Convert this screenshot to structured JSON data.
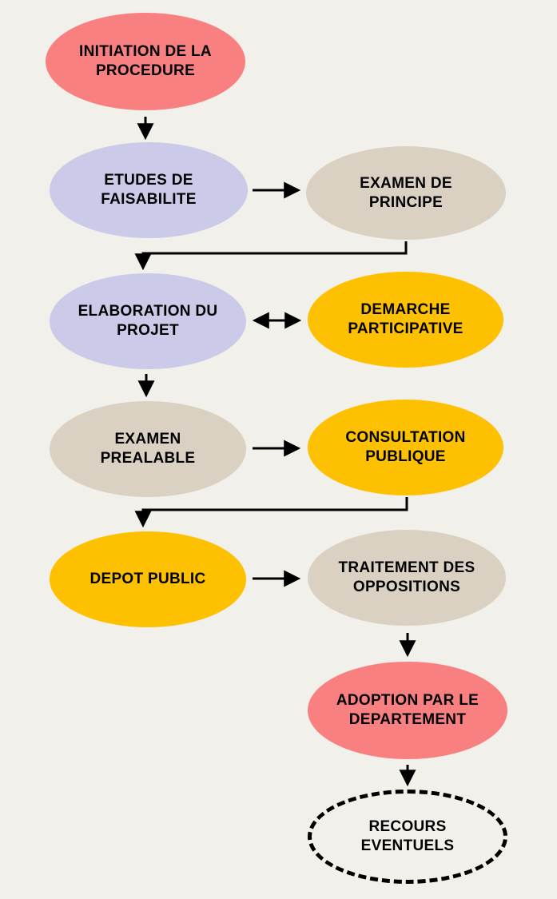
{
  "diagram": {
    "colors": {
      "background": "#F2F0EA",
      "salmon": "#F98080",
      "lavender": "#CBCAE8",
      "beige": "#DBD1C3",
      "yellow": "#FDC101",
      "line": "#000000"
    },
    "nodes": [
      {
        "id": "initiation",
        "label": "INITIATION DE LA\nPROCEDURE",
        "fill": "salmon",
        "shape": "ellipse"
      },
      {
        "id": "etudes-faisabilite",
        "label": "ETUDES DE\nFAISABILITE",
        "fill": "lavender",
        "shape": "ellipse"
      },
      {
        "id": "examen-principe",
        "label": "EXAMEN DE\nPRINCIPE",
        "fill": "beige",
        "shape": "ellipse"
      },
      {
        "id": "elaboration-projet",
        "label": "ELABORATION DU\nPROJET",
        "fill": "lavender",
        "shape": "ellipse"
      },
      {
        "id": "demarche-participative",
        "label": "DEMARCHE\nPARTICIPATIVE",
        "fill": "yellow",
        "shape": "ellipse"
      },
      {
        "id": "examen-prealable",
        "label": "EXAMEN\nPREALABLE",
        "fill": "beige",
        "shape": "ellipse"
      },
      {
        "id": "consultation-publique",
        "label": "CONSULTATION\nPUBLIQUE",
        "fill": "yellow",
        "shape": "ellipse"
      },
      {
        "id": "depot-public",
        "label": "DEPOT PUBLIC",
        "fill": "yellow",
        "shape": "ellipse"
      },
      {
        "id": "traitement-oppositions",
        "label": "TRAITEMENT DES\nOPPOSITIONS",
        "fill": "beige",
        "shape": "ellipse"
      },
      {
        "id": "adoption-departement",
        "label": "ADOPTION PAR LE\nDEPARTEMENT",
        "fill": "salmon",
        "shape": "ellipse"
      },
      {
        "id": "recours-eventuels",
        "label": "RECOURS\nEVENTUELS",
        "fill": "none",
        "shape": "dashed-ellipse"
      }
    ],
    "connections": [
      {
        "from": "initiation",
        "to": "etudes-faisabilite",
        "type": "arrow-down"
      },
      {
        "from": "etudes-faisabilite",
        "to": "examen-principe",
        "type": "arrow-right"
      },
      {
        "from": "examen-principe",
        "to": "elaboration-projet",
        "type": "elbow-arrow"
      },
      {
        "from": "elaboration-projet",
        "to": "demarche-participative",
        "type": "double-arrow"
      },
      {
        "from": "elaboration-projet",
        "to": "examen-prealable",
        "type": "arrow-down"
      },
      {
        "from": "examen-prealable",
        "to": "consultation-publique",
        "type": "arrow-right"
      },
      {
        "from": "consultation-publique",
        "to": "depot-public",
        "type": "elbow-arrow"
      },
      {
        "from": "depot-public",
        "to": "traitement-oppositions",
        "type": "arrow-right"
      },
      {
        "from": "traitement-oppositions",
        "to": "adoption-departement",
        "type": "arrow-down"
      },
      {
        "from": "adoption-departement",
        "to": "recours-eventuels",
        "type": "arrow-down"
      }
    ]
  }
}
